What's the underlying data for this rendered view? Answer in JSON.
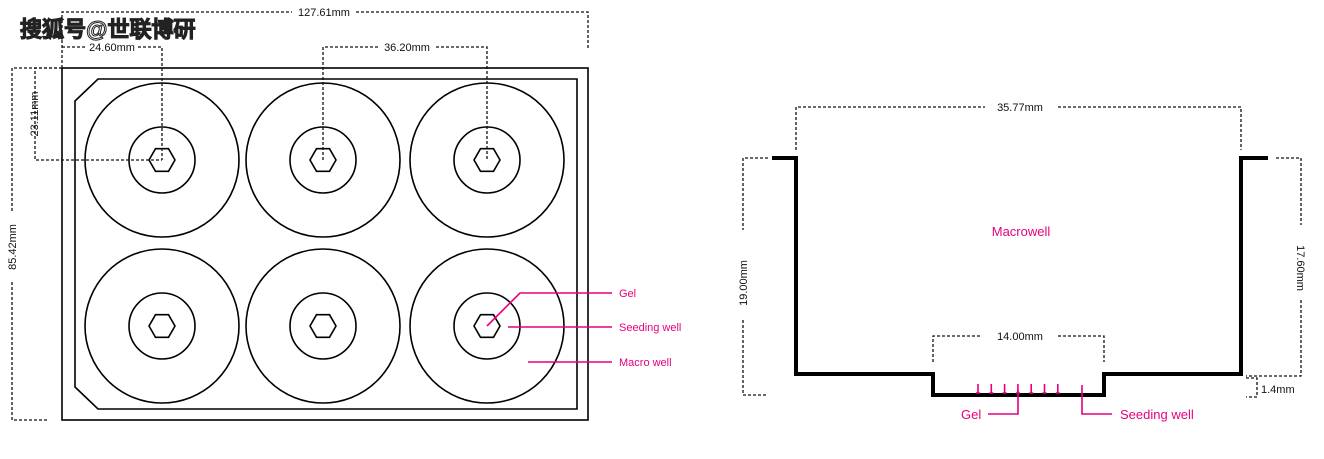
{
  "watermark": "搜狐号@世联博研",
  "plate": {
    "dims": {
      "width": "127.61mm",
      "offset_x": "24.60mm",
      "pitch": "36.20mm",
      "offset_y": "23.11mm",
      "height": "85.42mm"
    },
    "labels": {
      "gel": "Gel",
      "seeding_well": "Seeding well",
      "macro_well": "Macro well"
    }
  },
  "section": {
    "dims": {
      "top_width": "35.77mm",
      "left_height": "19.00mm",
      "right_height": "17.60mm",
      "bottom_width": "14.00mm",
      "step": "1.4mm"
    },
    "labels": {
      "macrowell": "Macrowell",
      "gel": "Gel",
      "seeding_well": "Seeding well"
    }
  },
  "colors": {
    "accent": "#e6007e",
    "line": "#000000"
  }
}
